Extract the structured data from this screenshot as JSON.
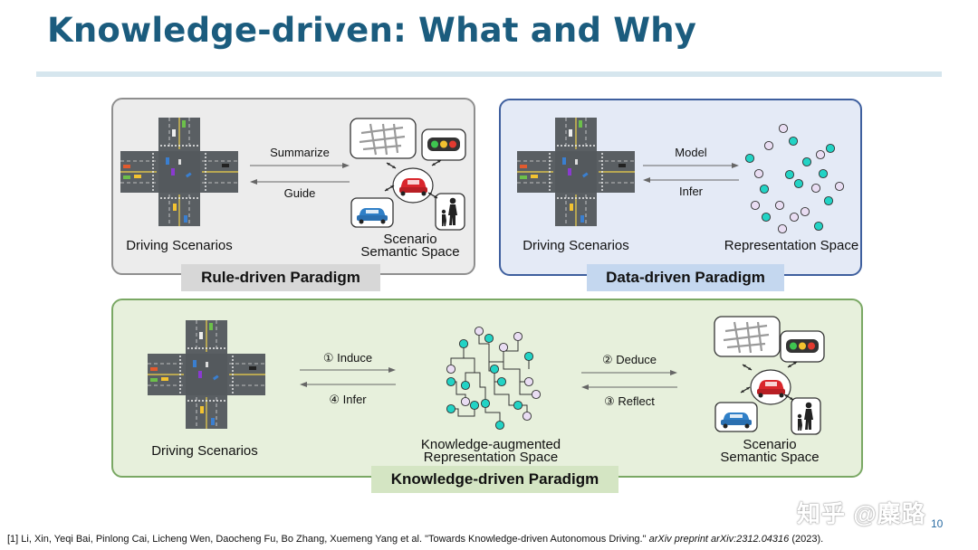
{
  "title": "Knowledge-driven: What and Why",
  "rule_panel": {
    "caption": "Rule-driven Paradigm",
    "left_label": "Driving Scenarios",
    "arrow_top": "Summarize",
    "arrow_bottom": "Guide",
    "right_label_line1": "Scenario",
    "right_label_line2": "Semantic Space"
  },
  "data_panel": {
    "caption": "Data-driven Paradigm",
    "left_label": "Driving Scenarios",
    "arrow_top": "Model",
    "arrow_bottom": "Infer",
    "right_label": "Representation Space"
  },
  "knowledge_panel": {
    "caption": "Knowledge-driven Paradigm",
    "left_label": "Driving Scenarios",
    "arrow_induce": "① Induce",
    "arrow_infer": "④ Infer",
    "center_label_line1": "Knowledge-augmented",
    "center_label_line2": "Representation Space",
    "arrow_deduce": "② Deduce",
    "arrow_reflect": "③ Reflect",
    "right_label_line1": "Scenario",
    "right_label_line2": "Semantic Space"
  },
  "footnote": {
    "text": "[1] Li, Xin, Yeqi Bai, Pinlong Cai, Licheng Wen, Daocheng Fu, Bo Zhang, Xuemeng Yang et al. \"Towards Knowledge-driven Autonomous Driving.\"",
    "venue": "arXiv preprint arXiv:2312.04316",
    "year": "(2023)."
  },
  "page_number": "10",
  "watermark": "知乎 @麋路",
  "colors": {
    "title": "#1b5c7e",
    "teal_dot": "#22d3c5",
    "lilac_dot": "#e9ddf3",
    "car_red": "#d9262c",
    "car_blue": "#2f7fc7"
  }
}
